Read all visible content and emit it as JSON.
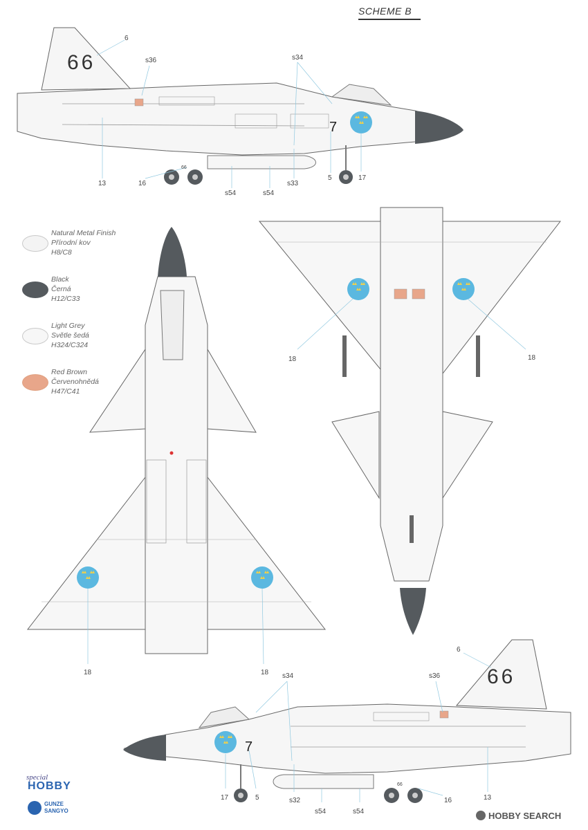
{
  "header": {
    "scheme": "SCHEME B"
  },
  "colors": {
    "natural_metal": "#f4f4f4",
    "black": "#555a5e",
    "light_grey": "#f7f7f7",
    "red_brown": "#e8a68a",
    "roundel_blue": "#5bb8e0",
    "roundel_yellow": "#f2d04a"
  },
  "legend": [
    {
      "name": "Natural Metal Finish",
      "czech": "Přírodní kov",
      "code": "H8/C8",
      "color_key": "natural_metal"
    },
    {
      "name": "Black",
      "czech": "Černá",
      "code": "H12/C33",
      "color_key": "black"
    },
    {
      "name": "Light Grey",
      "czech": "Světle šedá",
      "code": "H324/C324",
      "color_key": "light_grey"
    },
    {
      "name": "Red Brown",
      "czech": "Červenohnědá",
      "code": "H47/C41",
      "color_key": "red_brown"
    }
  ],
  "markings": {
    "tail_code": "66",
    "nose_number": "7",
    "small_code": "66"
  },
  "callouts": {
    "side_top": [
      "6",
      "s36",
      "s34",
      "13",
      "16",
      "s54",
      "s54",
      "s33",
      "5",
      "17"
    ],
    "top_view": [
      "18",
      "18"
    ],
    "bottom_view": [
      "18",
      "18"
    ],
    "side_bottom": [
      "6",
      "s36",
      "s34",
      "17",
      "5",
      "s32",
      "s54",
      "s54",
      "16",
      "13"
    ]
  },
  "logos": {
    "special": "special",
    "hobby": "HOBBY",
    "gunze_line1": "GUNZE",
    "gunze_line2": "SANGYO",
    "watermark": "HOBBY SEARCH"
  }
}
